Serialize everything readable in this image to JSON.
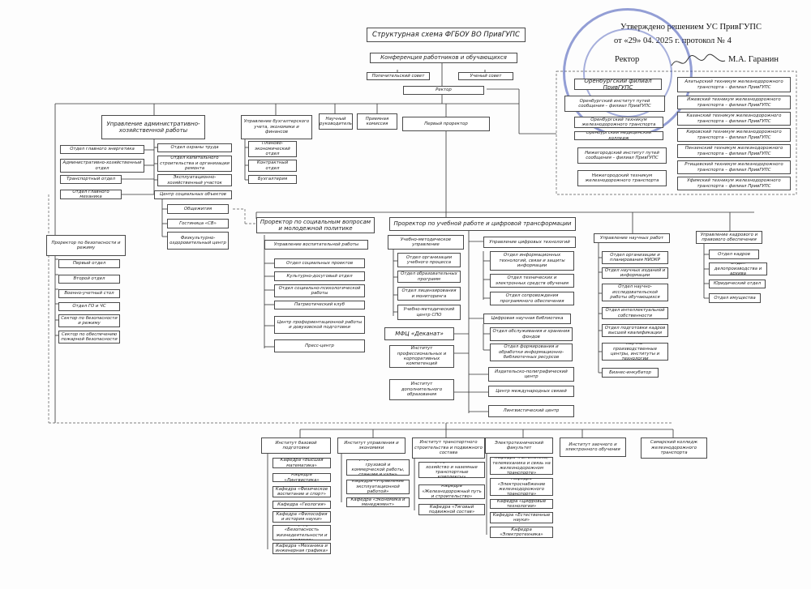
{
  "approval": {
    "line1": "Утверждено решением УС ПривГУПС",
    "line2": "от «29» 04. 2025 г. протокол № 4",
    "rector_label": "Ректор",
    "rector_name": "М.А. Гаранин"
  },
  "title": "Структурная схема  ФГБОУ ВО ПривГУПС",
  "top": {
    "conference": "Конференция работников и обучающихся",
    "trustees": "Попечительский совет",
    "academic": "Ученый совет",
    "rector": "Ректор"
  },
  "branches": {
    "left": [
      "Оренбургский филиал ПривГУПС",
      "Оренбургский институт путей сообщения – филиал ПривГУПС",
      "Оренбургский техникум железнодорожного транспорта",
      "Оренбургский медицинский колледж",
      "Нижегородский институт путей сообщения – филиал ПривГУПС",
      "Нижегородский техникум железнодорожного транспорта"
    ],
    "right": [
      "Алатырский техникум железнодорожного транспорта – филиал ПривГУПС",
      "Ижевский техникум железнодорожного транспорта – филиал ПривГУПС",
      "Казанский техникум железнодорожного транспорта – филиал ПривГУПС",
      "Кировский техникум железнодорожного транспорта – филиал ПривГУПС",
      "Пензенский техникум железнодорожного транспорта – филиал ПривГУПС",
      "Ртищевский техникум железнодорожного транспорта – филиал ПривГУПС",
      "Уфимский техникум железнодорожного транспорта – филиал ПривГУПС"
    ]
  },
  "ahr": {
    "head": "Управление административно-хозяйственной работы",
    "left": [
      "Отдел главного энергетика",
      "Административно-хозяйственный отдел",
      "Транспортный отдел",
      "Отдел главного механика"
    ],
    "right": [
      "Отдел охраны труда",
      "Отдел капитального строительства и организации ремонта",
      "Эксплуатационно-хозяйственный участок",
      "Центр социальных объектов"
    ],
    "social": [
      "Общежития",
      "Гостиница «СВ»",
      "Физкультурно-оздоровительный центр"
    ]
  },
  "fin": {
    "head": "Управление бухгалтерского учета, экономики и финансов",
    "items": [
      "Планово-экономический отдел",
      "Контрактный отдел",
      "Бухгалтерия"
    ]
  },
  "misc": {
    "science_head": "Научный руководитель",
    "admission": "Приемная комиссия",
    "first_prorector": "Первый проректор"
  },
  "security": {
    "head": "Проректор по безопасности и режиму",
    "items": [
      "Первый отдел",
      "Второй отдел",
      "Военно-учетный стол",
      "Отдел ГО и ЧС",
      "Сектор по безопасности и режиму",
      "Сектор по обеспечению пожарной безопасности"
    ]
  },
  "social_pr": {
    "head": "Проректор по социальным вопросам и молодежной политике",
    "upr": "Управление воспитательной работы",
    "items": [
      "Отдел социальных проектов",
      "Культурно-досуговый отдел",
      "Отдел социально-психологической работы",
      "Патриотический клуб"
    ],
    "career": "Центр профориентационной работы и довузовской подготовки",
    "press": "Пресс-центр"
  },
  "study_pr": {
    "head": "Проректор по учебной работе и цифровой трансформации",
    "umu": "Учебно-методическое управление",
    "umu_items": [
      "Отдел организации учебного процесса",
      "Отдел образовательных программ",
      "Отдел лицензирования и мониторинга",
      "Учебно-методический центр СПО"
    ],
    "mfc": "МФЦ «Деканат»",
    "institutes": [
      "Институт профессиональных и корпоративных компетенций",
      "Институт дополнительного образования"
    ],
    "digital": "Управление цифровых технологий",
    "digital_items": [
      "Отдел информационных технологий, связи и защиты информации",
      "Отдел технических и электронных средств обучения",
      "Отдел сопровождения программного обеспечения"
    ],
    "library": "Цифровая научная библиотека",
    "library_items": [
      "Отдел обслуживания и хранения фондов",
      "Отдел формирования и обработки информационно-библиотечных ресурсов"
    ],
    "other": [
      "Издательско-полиграфический центр",
      "Центр международных связей",
      "Лингвистический центр"
    ]
  },
  "research": {
    "head": "Управление научных работ",
    "items": [
      "Отдел организации и планирования НИОКР",
      "Отдел научных изданий и информации",
      "Отдел научно-исследовательской работы обучающихся",
      "Отдел интеллектуальной собственности",
      "Отдел подготовки кадров высшей квалификации",
      "Научно-производственные центры, институты и технологии",
      "Бизнес-инкубатор"
    ]
  },
  "hr": {
    "head": "Управление кадрового и правового обеспечения",
    "items": [
      "Отдел кадров",
      "Отдел делопроизводства и архива",
      "Юридический отдел",
      "Отдел имущества"
    ]
  },
  "faculties": [
    {
      "name": "Институт базовой подготовки",
      "items": [
        "Кафедра «Высшая математика»",
        "Кафедра «Лингвистика»",
        "Кафедра «Физическое воспитание и спорт»",
        "Кафедра «Геология»",
        "Кафедра «Философия и история науки»",
        "Кафедра «Безопасность жизнедеятельности и экология»",
        "Кафедра «Механика и инженерная графика»"
      ]
    },
    {
      "name": "Институт управления и экономики",
      "items": [
        "Кафедра «Технология грузовой и коммерческой работы, станции и узлы»",
        "Кафедра «Управление эксплуатационной работой»",
        "Кафедра «Экономика и менеджмент»"
      ]
    },
    {
      "name": "Институт транспортного строительства и подвижного состава",
      "items": [
        "Кафедра «Вагонное хозяйство и наземные транспортные комплексы»",
        "Кафедра «Железнодорожный путь и строительство»",
        "Кафедра «Тяговый подвижной состав»"
      ]
    },
    {
      "name": "Электротехнический факультет",
      "items": [
        "Кафедра «Автоматика, телемеханика и связь на железнодорожном транспорте»",
        "Кафедра «Электроснабжение железнодорожного транспорта»",
        "Кафедра «Цифровые технологии»",
        "Кафедра «Естественные науки»",
        "Кафедра «Электротехника»"
      ]
    },
    {
      "name": "Институт заочного и электронного обучения",
      "items": []
    },
    {
      "name": "Самарский колледж железнодорожного транспорта",
      "items": []
    }
  ]
}
